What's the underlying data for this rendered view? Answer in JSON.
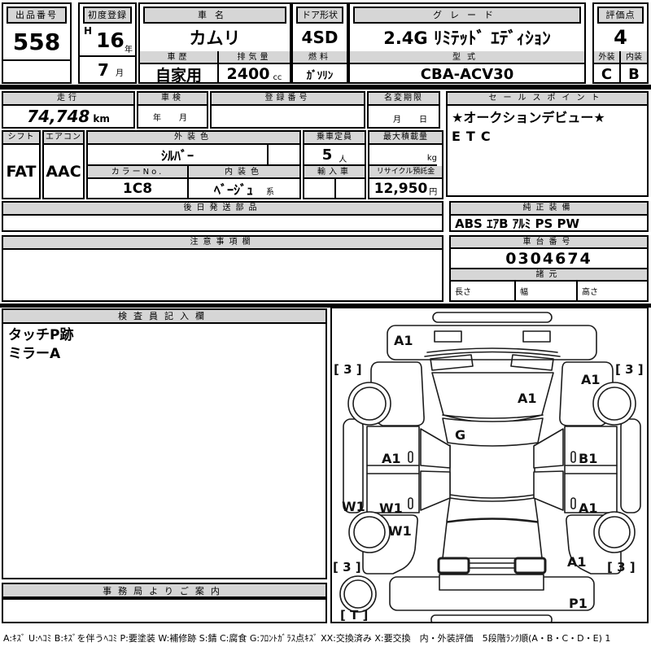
{
  "sheet": {
    "lot": {
      "label": "出品番号",
      "value": "558"
    },
    "first_reg": {
      "label": "初度登録",
      "era": "H",
      "year": "16",
      "year_unit": "年",
      "month": "7",
      "month_unit": "月"
    },
    "car_name": {
      "label": "車名",
      "value": "カムリ"
    },
    "history": {
      "label": "車歴",
      "value": "自家用"
    },
    "displacement": {
      "label": "排気量",
      "value": "2400",
      "unit": "cc"
    },
    "door": {
      "label": "ドア形状",
      "value": "4SD"
    },
    "fuel": {
      "label": "燃料",
      "value": "ｶﾞｿﾘﾝ"
    },
    "grade": {
      "label": "グレード",
      "value": "2.4G ﾘﾐﾃｯﾄﾞ ｴﾃﾞｨｼｮﾝ"
    },
    "model_code": {
      "label": "型式",
      "value": "CBA-ACV30"
    },
    "score": {
      "label": "評価点",
      "value": "4"
    },
    "exterior_grade": {
      "label": "外装",
      "value": "C"
    },
    "interior_grade": {
      "label": "内装",
      "value": "B"
    },
    "mileage": {
      "label": "走行",
      "value": "74,748",
      "unit": "km"
    },
    "shaken": {
      "label": "車検",
      "value": "年　月"
    },
    "reg_number": {
      "label": "登録番号",
      "value": ""
    },
    "name_change": {
      "label": "名変期限",
      "value": "月　日"
    },
    "sales": {
      "label": "セールスポイント",
      "lines": [
        "★オークションデビュー★",
        "ETC"
      ]
    },
    "shift": {
      "label": "シフト",
      "value": "FAT"
    },
    "aircon": {
      "label": "エアコン",
      "value": "AAC"
    },
    "ext_color": {
      "label": "外装色",
      "value": "ｼﾙﾊﾞｰ"
    },
    "color_no": {
      "label": "カラーNo.",
      "value": "1C8"
    },
    "int_color": {
      "label": "内装色",
      "value": "ﾍﾞｰｼﾞｭ",
      "suffix": "系"
    },
    "capacity": {
      "label": "乗車定員",
      "value": "5",
      "unit": "人"
    },
    "max_load": {
      "label": "最大積載量",
      "value": "",
      "unit": "kg"
    },
    "import_car": {
      "label": "輸入車",
      "value": ""
    },
    "recycle": {
      "label": "リサイクル預託金",
      "value": "12,950",
      "unit": "円"
    },
    "later_parts": {
      "label": "後日発送部品",
      "value": ""
    },
    "equipment": {
      "label": "純正装備",
      "value": "ABS ｴｱB ｱﾙﾐ PS PW"
    },
    "cautions": {
      "label": "注意事項欄",
      "value": ""
    },
    "chassis": {
      "label": "車台番号",
      "value": "0304674"
    },
    "specs": {
      "label": "諸元",
      "length_label": "長さ",
      "width_label": "幅",
      "height_label": "高さ"
    },
    "inspector": {
      "label": "検査員記入欄",
      "lines": [
        "タッチP跡",
        "ミラーA"
      ]
    },
    "office": {
      "label": "事務局よりご案内"
    },
    "legend": "A:ｷｽﾞ U:ﾍｺﾐ B:ｷｽﾞを伴うﾍｺﾐ P:要塗装 W:補修跡 S:錆 C:腐食 G:ﾌﾛﾝﾄｶﾞﾗｽ点ｷｽﾞ XX:交換済み X:要交換　内・外装評価　5段階ﾗﾝｸ順(A・B・C・D・E) 1"
  },
  "diagram": {
    "markings": [
      {
        "code": "A1",
        "part": "front-bumper"
      },
      {
        "code": "[ 3 ]",
        "part": "front-left-tire"
      },
      {
        "code": "[ 3 ]",
        "part": "front-right-tire"
      },
      {
        "code": "A1",
        "part": "right-front-fender"
      },
      {
        "code": "A1",
        "part": "hood"
      },
      {
        "code": "G",
        "part": "windshield"
      },
      {
        "code": "A1",
        "part": "left-front-door"
      },
      {
        "code": "B1",
        "part": "right-front-door"
      },
      {
        "code": "W1",
        "part": "left-sill"
      },
      {
        "code": "W1",
        "part": "left-rear-door"
      },
      {
        "code": "A1",
        "part": "right-rear-door"
      },
      {
        "code": "W1",
        "part": "left-quarter-panel"
      },
      {
        "code": "A1",
        "part": "right-quarter-panel"
      },
      {
        "code": "[ 3 ]",
        "part": "rear-left-tire"
      },
      {
        "code": "[ 3 ]",
        "part": "rear-right-tire"
      },
      {
        "code": "P1",
        "part": "rear-bumper"
      },
      {
        "code": "[ T ]",
        "part": "spare-tire"
      }
    ]
  },
  "colors": {
    "header_bg": "#d6d6d6",
    "border": "#000000",
    "background": "#ffffff"
  }
}
